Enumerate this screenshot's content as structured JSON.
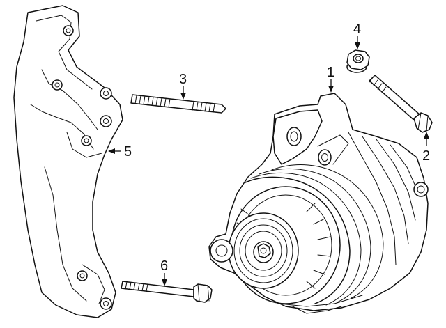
{
  "callouts": [
    {
      "id": "1",
      "label": "1"
    },
    {
      "id": "2",
      "label": "2"
    },
    {
      "id": "3",
      "label": "3"
    },
    {
      "id": "4",
      "label": "4"
    },
    {
      "id": "5",
      "label": "5"
    },
    {
      "id": "6",
      "label": "6"
    }
  ],
  "parts": {
    "alternator": "generator-assembly",
    "bolt": "mounting-bolt",
    "stud": "mounting-stud",
    "nut": "flange-nut",
    "bracket": "mounting-bracket",
    "lower_bolt": "lower-bolt"
  }
}
